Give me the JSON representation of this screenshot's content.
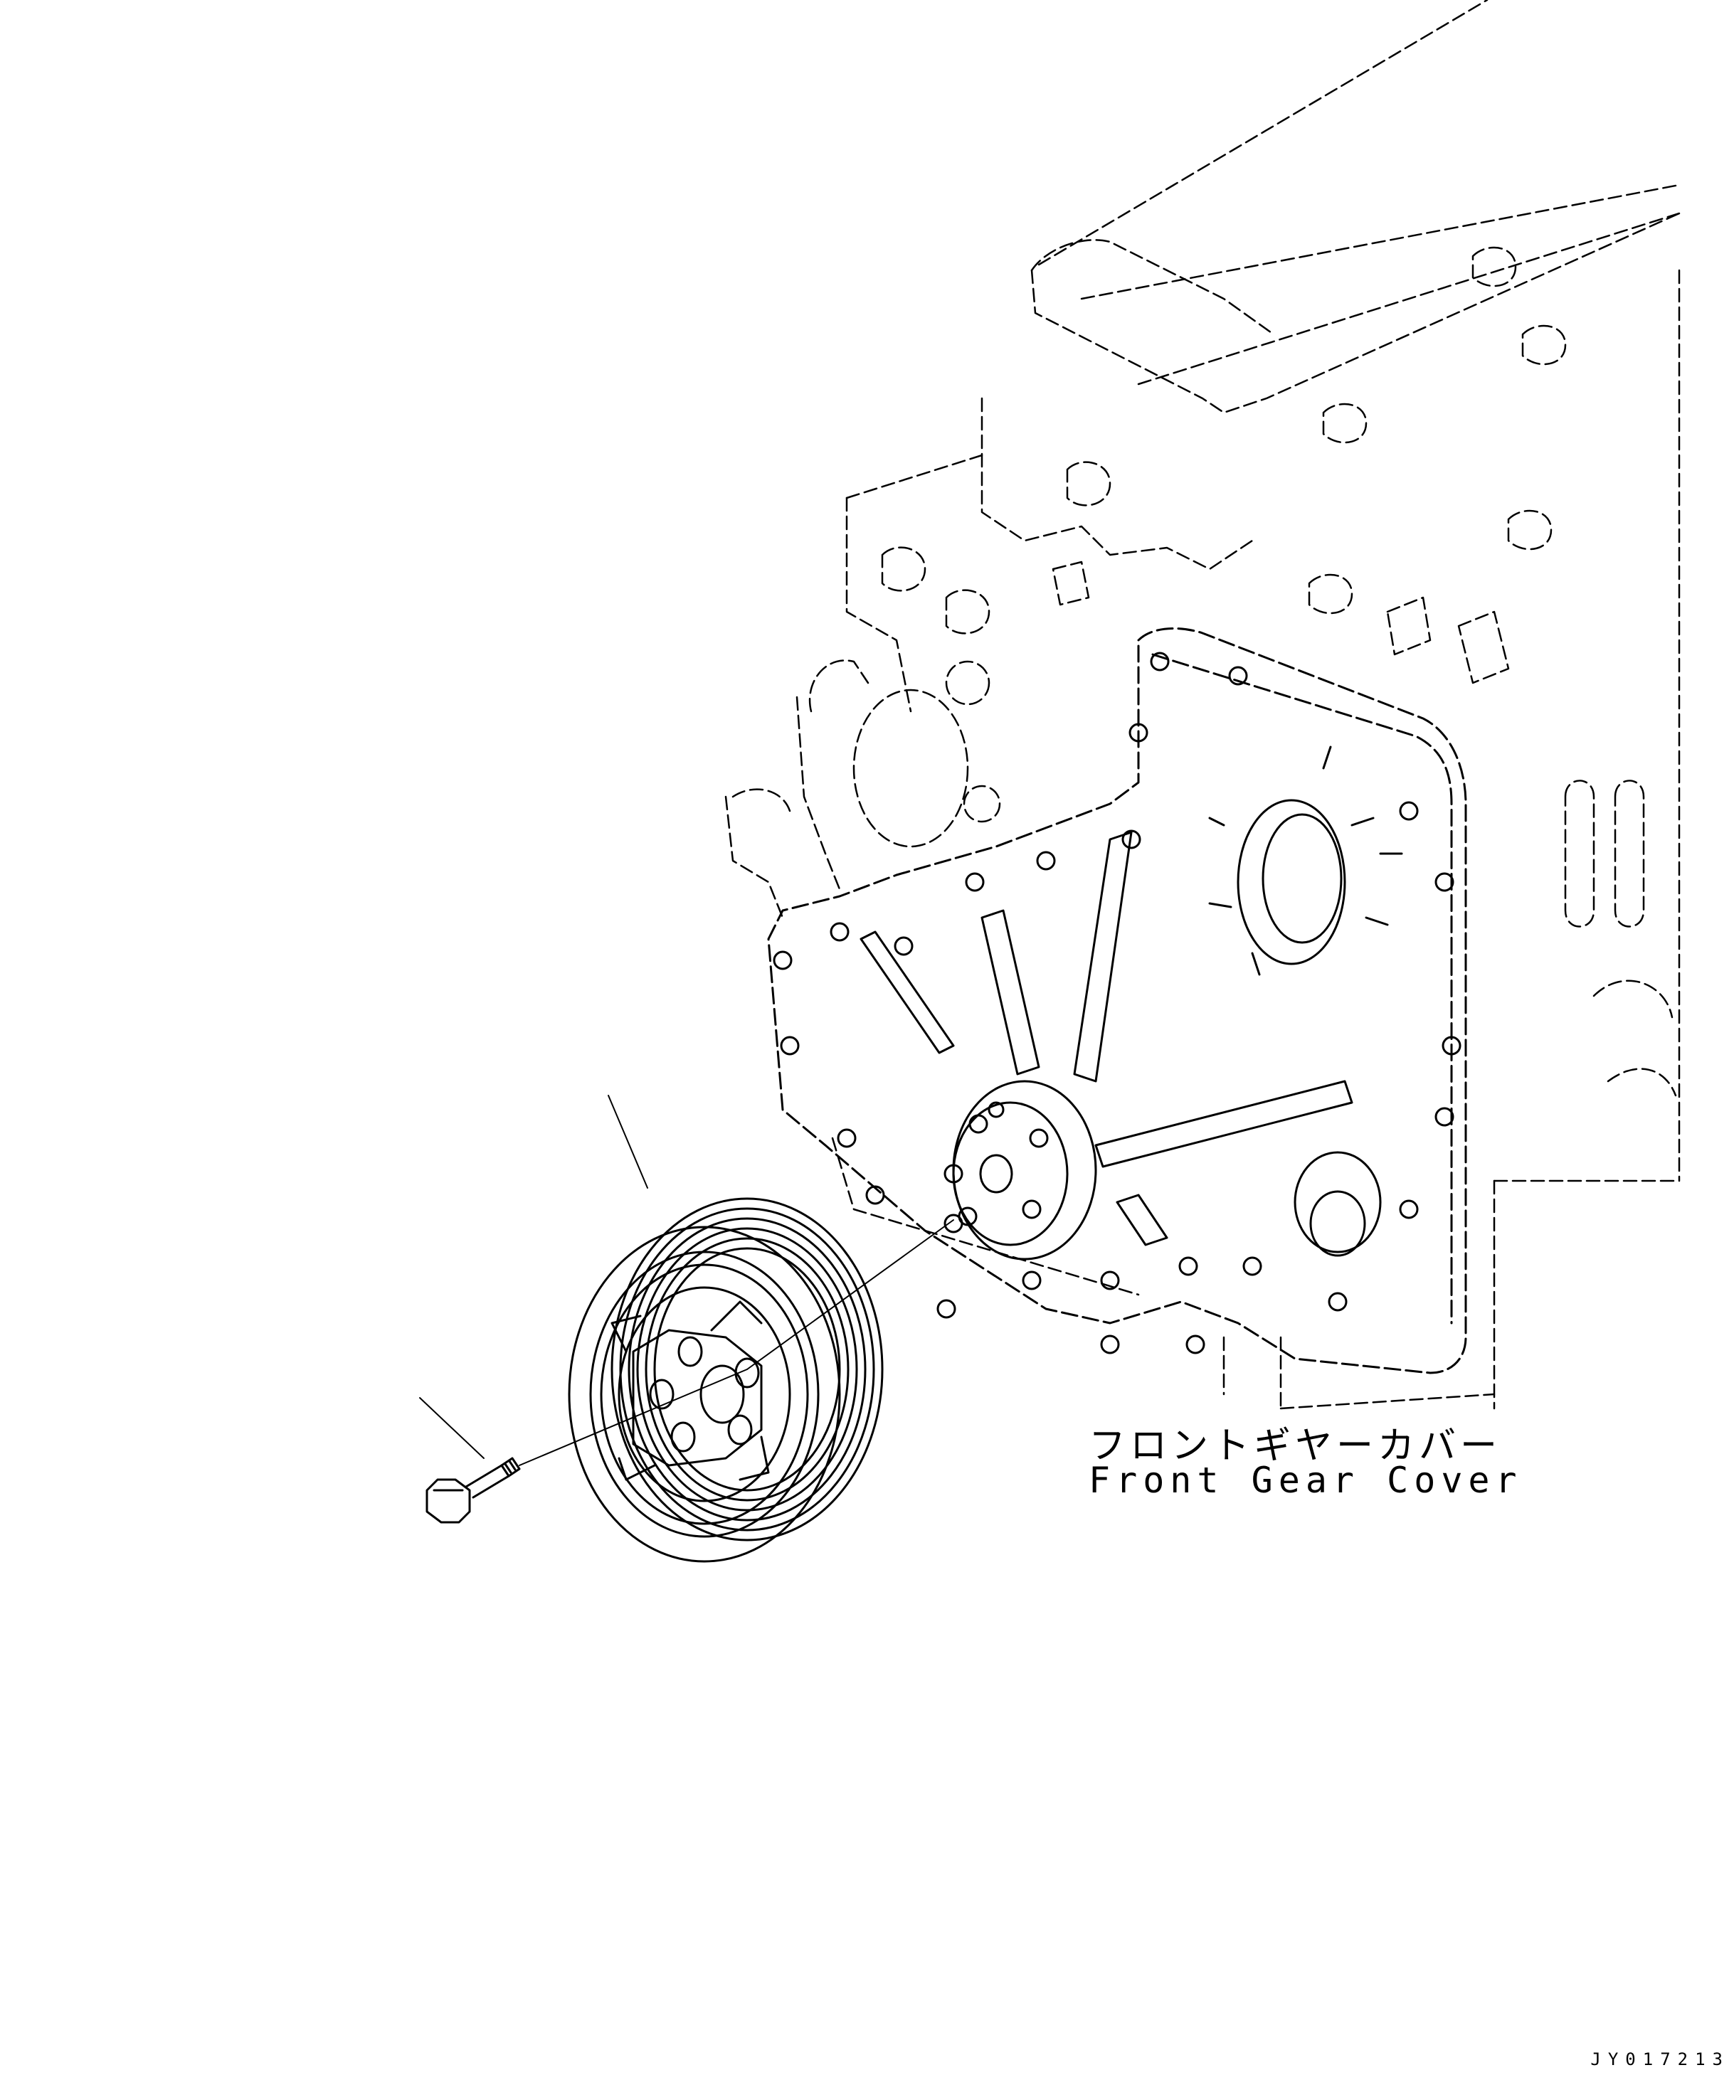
{
  "labels": {
    "part_name_jp": "フロントギヤーカバー",
    "part_name_en": "Front Gear Cover"
  },
  "drawing_id": "JY017213",
  "colors": {
    "line": "#000000",
    "background": "#ffffff"
  }
}
